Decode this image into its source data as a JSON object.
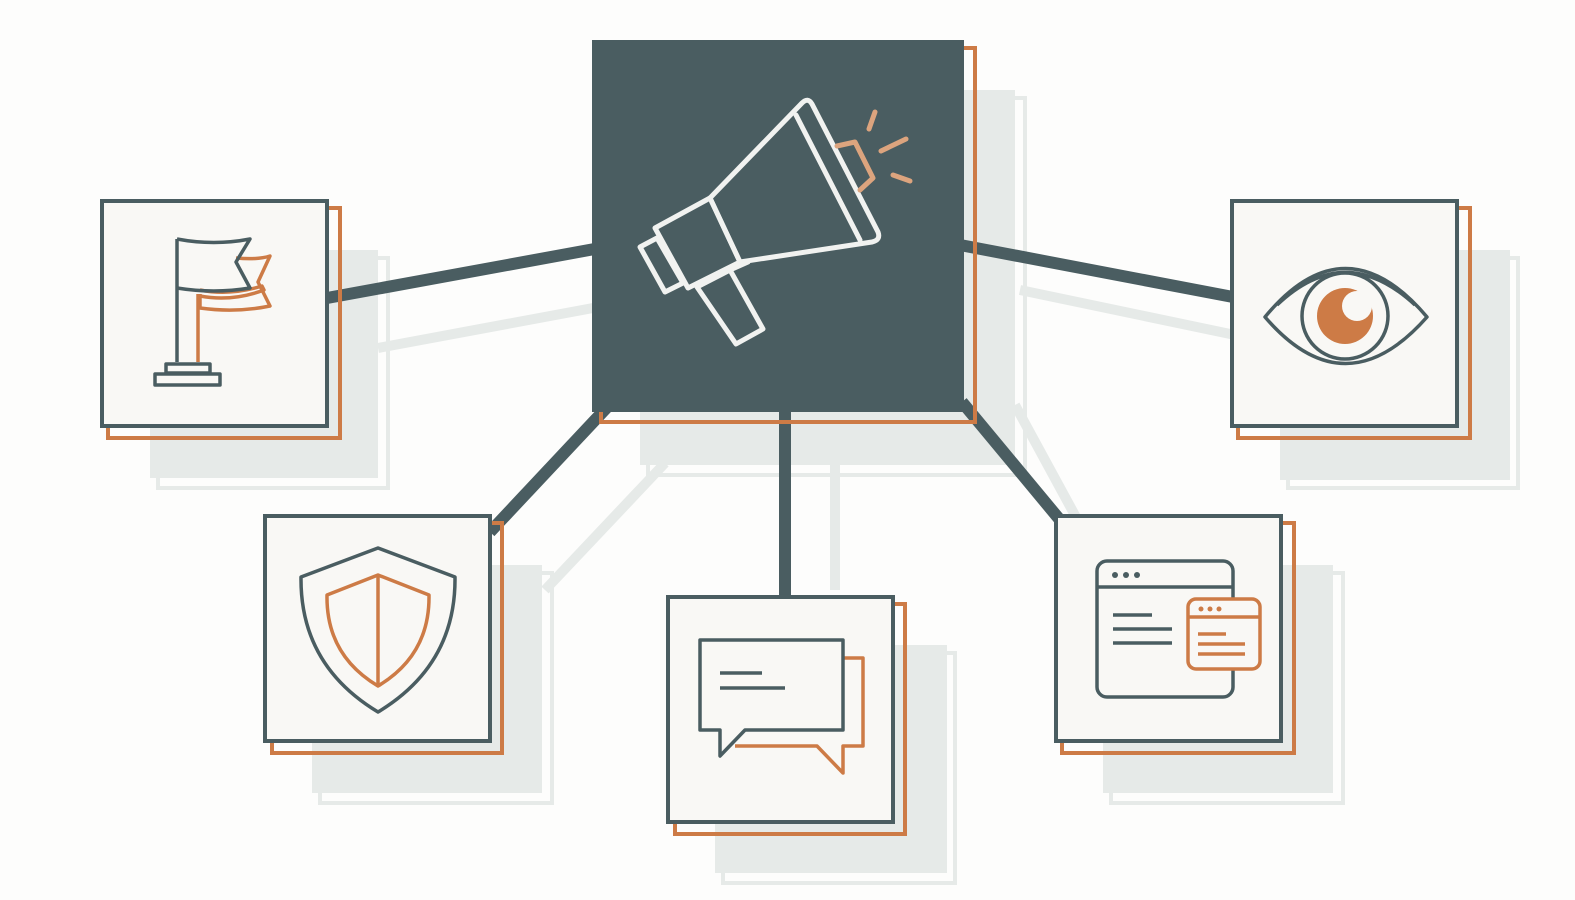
{
  "colors": {
    "background": "#fdfdfc",
    "dark_slate": "#4a5d61",
    "orange": "#cd7b46",
    "orange_light": "#dca47e",
    "shadow": "#e6eae8",
    "card_fill": "#f9f8f5",
    "icon_light": "#f1f2f0"
  },
  "hub": {
    "icon": "megaphone-icon"
  },
  "nodes": [
    {
      "id": "flag",
      "icon": "flag-icon"
    },
    {
      "id": "eye",
      "icon": "eye-icon"
    },
    {
      "id": "shield",
      "icon": "shield-icon"
    },
    {
      "id": "chat",
      "icon": "chat-bubbles-icon"
    },
    {
      "id": "browser",
      "icon": "browser-windows-icon"
    }
  ]
}
